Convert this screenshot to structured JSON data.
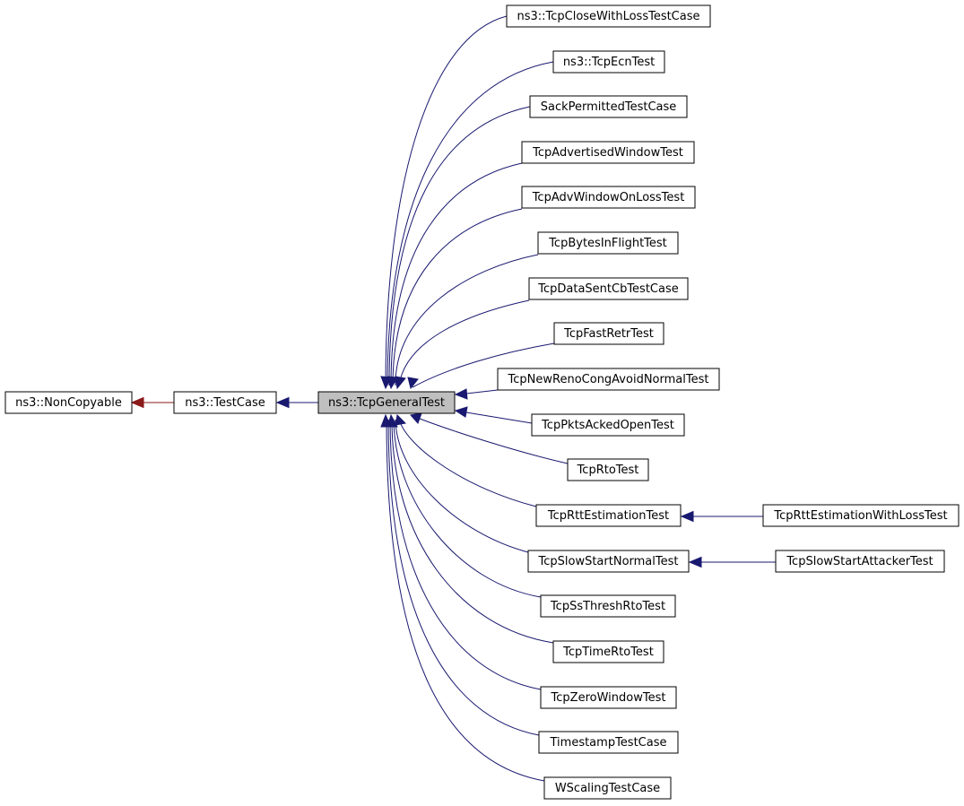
{
  "diagram": {
    "nodes": {
      "noncopyable": "ns3::NonCopyable",
      "testcase": "ns3::TestCase",
      "general": "ns3::TcpGeneralTest",
      "children": [
        "ns3::TcpCloseWithLossTestCase",
        "ns3::TcpEcnTest",
        "SackPermittedTestCase",
        "TcpAdvertisedWindowTest",
        "TcpAdvWindowOnLossTest",
        "TcpBytesInFlightTest",
        "TcpDataSentCbTestCase",
        "TcpFastRetrTest",
        "TcpNewRenoCongAvoidNormalTest",
        "TcpPktsAckedOpenTest",
        "TcpRtoTest",
        "TcpRttEstimationTest",
        "TcpSlowStartNormalTest",
        "TcpSsThreshRtoTest",
        "TcpTimeRtoTest",
        "TcpZeroWindowTest",
        "TimestampTestCase",
        "WScalingTestCase"
      ],
      "grandchildren": {
        "rtt_loss": "TcpRttEstimationWithLossTest",
        "slowstart_attacker": "TcpSlowStartAttackerTest"
      }
    },
    "colors": {
      "inheritance_edge": "#191970",
      "private_edge": "#8b1a1a",
      "focus_fill": "#bfbfbf"
    }
  }
}
